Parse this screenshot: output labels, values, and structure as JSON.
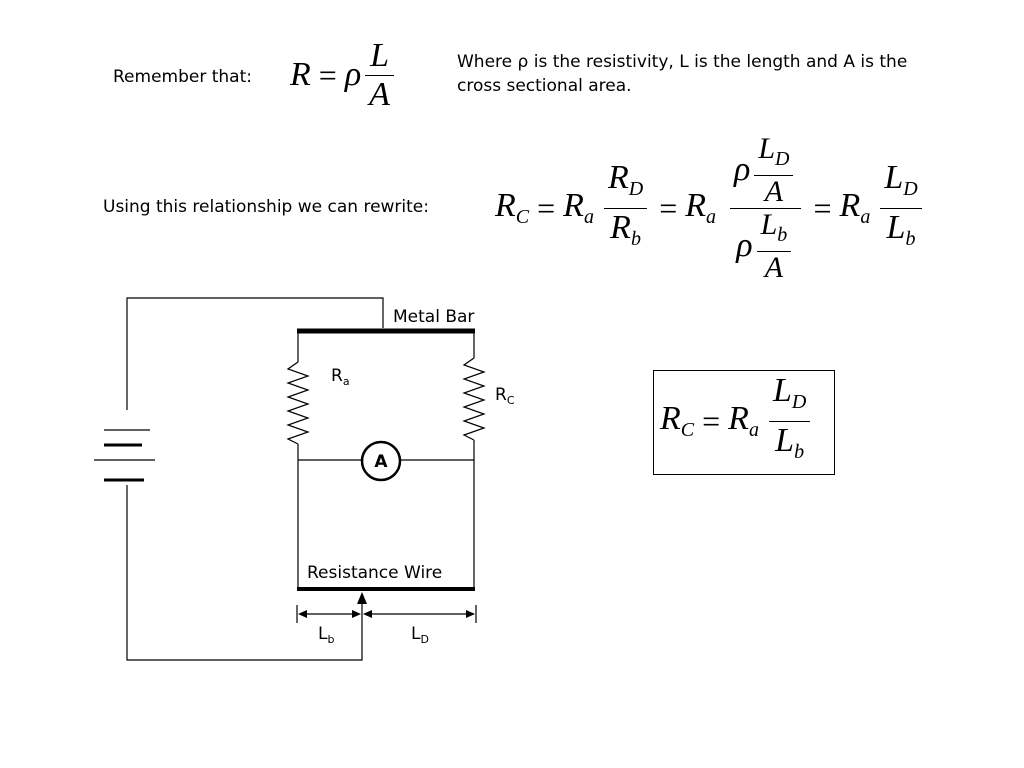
{
  "text": {
    "remember": "Remember that:",
    "where": "Where ρ is the resistivity, L is the length and A is the",
    "where2": "cross sectional area.",
    "using": "Using this relationship we can rewrite:"
  },
  "math": {
    "R": "R",
    "rho": "ρ",
    "L": "L",
    "A": "A",
    "eq": "=",
    "sub_C": "C",
    "sub_a": "a",
    "sub_b": "b",
    "sub_D": "D"
  },
  "circuit": {
    "metal_bar": "Metal Bar",
    "resistance_wire": "Resistance Wire",
    "R": "R",
    "L": "L",
    "sub_a": "a",
    "sub_C": "C",
    "sub_b": "b",
    "sub_D": "D",
    "ammeter": "A"
  }
}
